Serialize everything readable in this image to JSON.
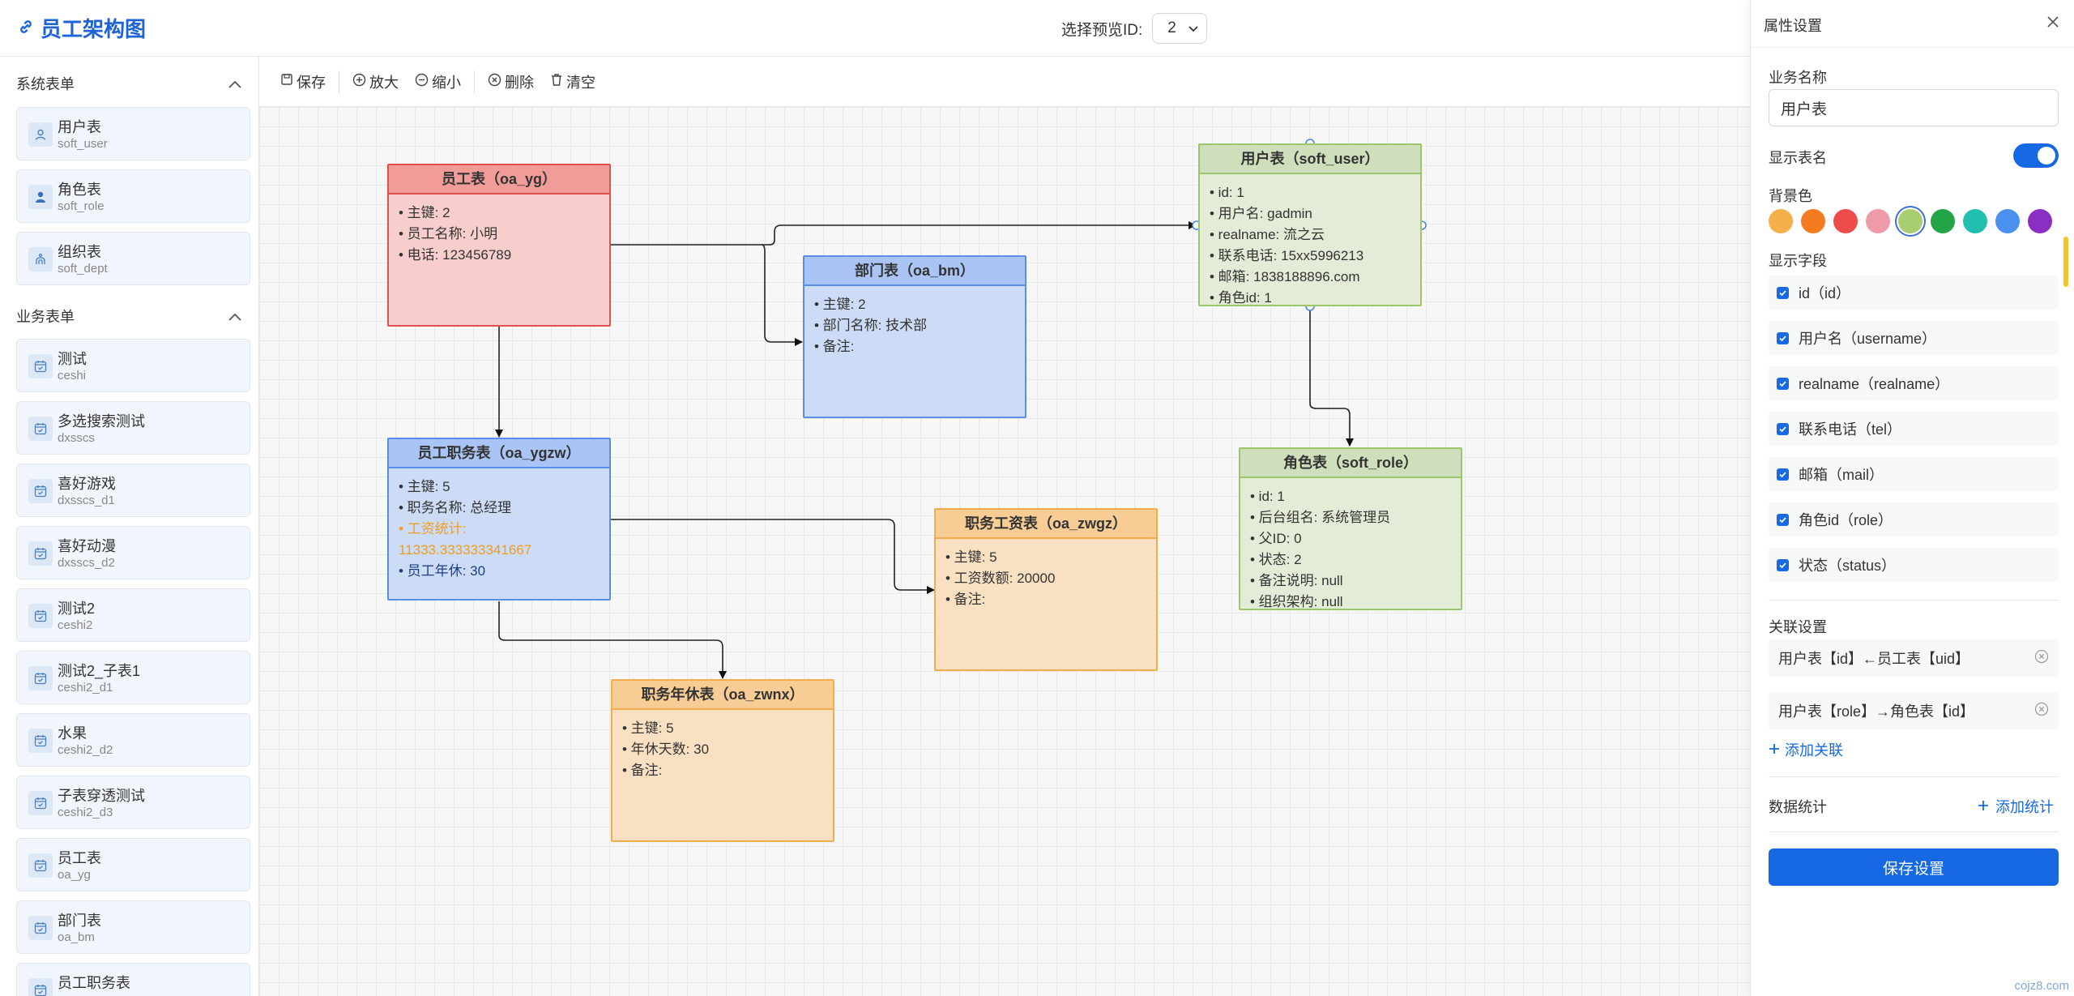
{
  "header": {
    "title": "员工架构图",
    "preview_label": "选择预览ID:",
    "preview_value": "2"
  },
  "sidebar": {
    "system_section": "系统表单",
    "business_section": "业务表单",
    "system_items": [
      {
        "name": "用户表",
        "code": "soft_user",
        "icon": "user-icon"
      },
      {
        "name": "角色表",
        "code": "soft_role",
        "icon": "person-filled-icon"
      },
      {
        "name": "组织表",
        "code": "soft_dept",
        "icon": "org-icon"
      }
    ],
    "business_items": [
      {
        "name": "测试",
        "code": "ceshi"
      },
      {
        "name": "多选搜索测试",
        "code": "dxsscs"
      },
      {
        "name": "喜好游戏",
        "code": "dxsscs_d1"
      },
      {
        "name": "喜好动漫",
        "code": "dxsscs_d2"
      },
      {
        "name": "测试2",
        "code": "ceshi2"
      },
      {
        "name": "测试2_子表1",
        "code": "ceshi2_d1"
      },
      {
        "name": "水果",
        "code": "ceshi2_d2"
      },
      {
        "name": "子表穿透测试",
        "code": "ceshi2_d3"
      },
      {
        "name": "员工表",
        "code": "oa_yg"
      },
      {
        "name": "部门表",
        "code": "oa_bm"
      },
      {
        "name": "员工职务表",
        "code": ""
      }
    ]
  },
  "toolbar": {
    "save": "保存",
    "zoom_in": "放大",
    "zoom_out": "缩小",
    "delete": "删除",
    "clear": "清空"
  },
  "nodes": [
    {
      "title": "员工表（oa_yg）",
      "fill": "#f8cecc",
      "border": "#e05050",
      "head": "#f19c99",
      "fields": [
        "• 主键: 2",
        "• 员工名称: 小明",
        "• 电话: 123456789"
      ]
    },
    {
      "title": "部门表（oa_bm）",
      "fill": "#cddcf6",
      "border": "#5b8ee6",
      "head": "#a9c4f5",
      "fields": [
        "• 主键: 2",
        "• 部门名称: 技术部",
        "• 备注:"
      ]
    },
    {
      "title": "员工职务表（oa_ygzw）",
      "fill": "#cddcf6",
      "border": "#5b8ee6",
      "head": "#a9c4f5",
      "fields": [
        "• 主键: 5",
        "• 职务名称: 总经理",
        "• 工资统计:",
        "11333.333333341667",
        "• 员工年休: 30"
      ]
    },
    {
      "title": "职务工资表（oa_zwgz）",
      "fill": "#f9e0c2",
      "border": "#f0ad4e",
      "head": "#f8cd95",
      "fields": [
        "• 主键: 5",
        "• 工资数额: 20000",
        "• 备注:"
      ]
    },
    {
      "title": "职务年休表（oa_zwnx）",
      "fill": "#f9e0c2",
      "border": "#f0ad4e",
      "head": "#f8cd95",
      "fields": [
        "• 主键: 5",
        "• 年休天数: 30",
        "• 备注:"
      ]
    },
    {
      "title": "用户表（soft_user）",
      "fill": "#e3ecd7",
      "border": "#9cc66b",
      "head": "#cfdfbb",
      "fields": [
        "• id: 1",
        "• 用户名: gadmin",
        "• realname: 流之云",
        "• 联系电话: 15xx5996213",
        "• 邮箱: 1838188896.com",
        "• 角色id: 1"
      ]
    },
    {
      "title": "角色表（soft_role）",
      "fill": "#e3ecd7",
      "border": "#9cc66b",
      "head": "#cfdfbb",
      "fields": [
        "• id: 1",
        "• 后台组名: 系统管理员",
        "• 父ID: 0",
        "• 状态: 2",
        "• 备注说明: null",
        "• 组织架构: null"
      ]
    }
  ],
  "highlight_color": "#f29b1d",
  "panel": {
    "title": "属性设置",
    "name_label": "业务名称",
    "name_value": "用户表",
    "show_name_label": "显示表名",
    "show_name_on": true,
    "bg_label": "背景色",
    "colors": [
      "#f6b04b",
      "#f47b20",
      "#ee4b4b",
      "#ee9aa8",
      "#a9cd71",
      "#22a447",
      "#20bfb0",
      "#4a90ee",
      "#8b2fc4"
    ],
    "selected_color_index": 4,
    "fields_label": "显示字段",
    "fields": [
      "id（id）",
      "用户名（username）",
      "realname（realname）",
      "联系电话（tel）",
      "邮箱（mail）",
      "角色id（role）",
      "状态（status）"
    ],
    "relations_label": "关联设置",
    "relations": [
      "用户表【id】←员工表【uid】",
      "用户表【role】→角色表【id】"
    ],
    "add_relation": "添加关联",
    "stats_label": "数据统计",
    "add_stats": "添加统计",
    "save_settings": "保存设置"
  },
  "watermark": "cojz8.com"
}
